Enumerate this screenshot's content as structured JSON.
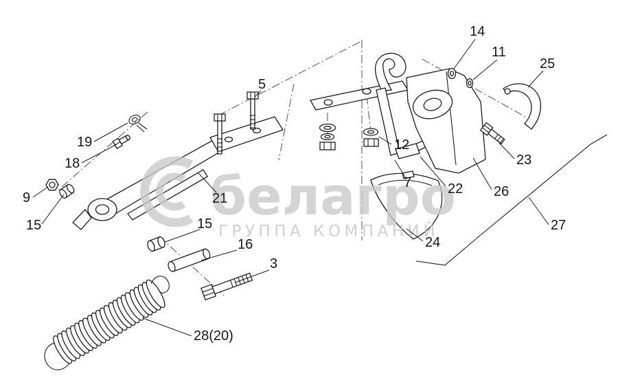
{
  "type": "exploded-parts-diagram",
  "colors": {
    "line": "#1b1b1b",
    "watermark_gray": "#c9c9c9",
    "background": "#ffffff"
  },
  "watermark": {
    "brand": "белагро",
    "subtitle": "ГРУППА КОМПАНИЙ",
    "logo": "stylized-e-double-arc"
  },
  "callouts": [
    {
      "label": "14"
    },
    {
      "label": "11"
    },
    {
      "label": "25"
    },
    {
      "label": "5"
    },
    {
      "label": "19"
    },
    {
      "label": "18"
    },
    {
      "label": "9"
    },
    {
      "label": "15"
    },
    {
      "label": "21"
    },
    {
      "label": "15"
    },
    {
      "label": "16"
    },
    {
      "label": "3"
    },
    {
      "label": "12"
    },
    {
      "label": "7"
    },
    {
      "label": "22"
    },
    {
      "label": "26"
    },
    {
      "label": "23"
    },
    {
      "label": "24"
    },
    {
      "label": "27"
    },
    {
      "label": "28(20)"
    }
  ]
}
